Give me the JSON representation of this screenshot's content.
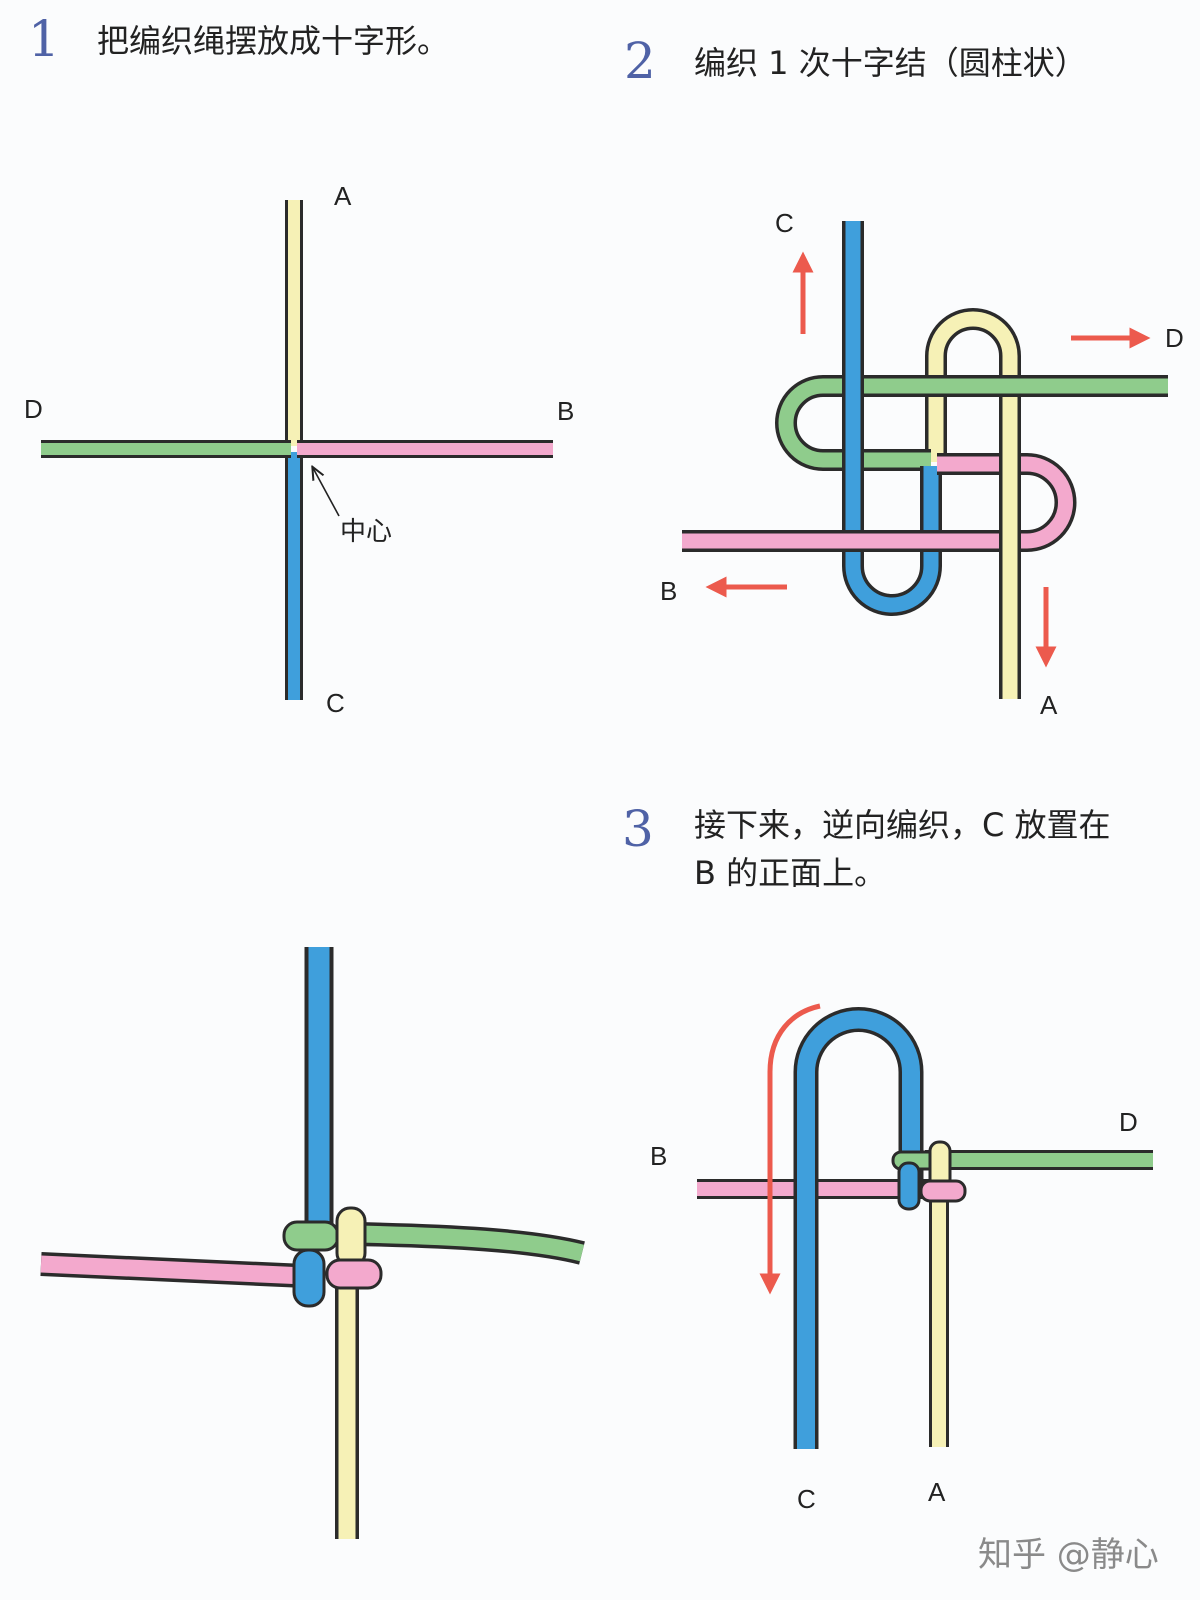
{
  "steps": [
    {
      "number": "1",
      "lines": [
        "把编织绳摆放成十字形。"
      ]
    },
    {
      "number": "2",
      "lines": [
        "编织 1 次十字结（圆柱状）"
      ]
    },
    {
      "number": "3",
      "lines": [
        "接下来，逆向编织，C 放置在",
        "B 的正面上。"
      ]
    }
  ],
  "diagram_1": {
    "label_a": "A",
    "label_b": "B",
    "label_c": "C",
    "label_d": "D",
    "center_label": "中心"
  },
  "diagram_2": {
    "label_a": "A",
    "label_b": "B",
    "label_c": "C",
    "label_d": "D"
  },
  "diagram_3": {
    "label_a": "A",
    "label_b": "B",
    "label_c": "C",
    "label_d": "D"
  },
  "colors": {
    "cord_a": "#f6f1b6",
    "cord_b": "#f3a9cd",
    "cord_c": "#3f9fdc",
    "cord_d": "#8fcc8c",
    "arrow": "#ec5a4d",
    "step_number": "#4f62a6"
  },
  "watermark": "知乎 @静心"
}
